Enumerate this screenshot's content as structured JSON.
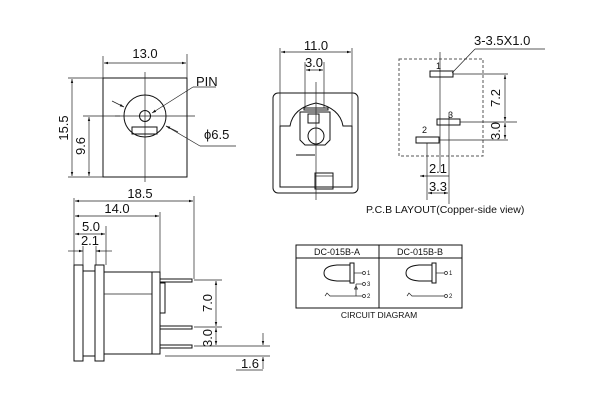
{
  "front_view": {
    "width_label": "13.0",
    "height_label": "15.5",
    "center_height_label": "9.6",
    "pin_label": "PIN",
    "diameter_label": "ϕ6.5"
  },
  "rear_view": {
    "width_label": "11.0",
    "slot_label": "3.0"
  },
  "pcb_layout": {
    "pad_label": "3-3.5X1.0",
    "pin_numbers": [
      "1",
      "3",
      "2"
    ],
    "vertical_dims": [
      "7.2",
      "3.0"
    ],
    "horizontal_dims": [
      "2.1",
      "3.3"
    ],
    "title": "P.C.B LAYOUT(Copper-side view)"
  },
  "side_view": {
    "overall_length_label": "18.5",
    "body_length_label": "14.0",
    "flange_label": "5.0",
    "flange_thickness_label": "2.1",
    "pin_spacing_label": "7.0",
    "pin_gap_label": "3.0",
    "offset_label": "1.6"
  },
  "circuit_diagram": {
    "title": "CIRCUIT DIAGRAM",
    "columns": [
      {
        "model": "DC-015B-A",
        "terminals": [
          "1",
          "3",
          "2"
        ]
      },
      {
        "model": "DC-015B-B",
        "terminals": [
          "1",
          "2"
        ]
      }
    ]
  }
}
